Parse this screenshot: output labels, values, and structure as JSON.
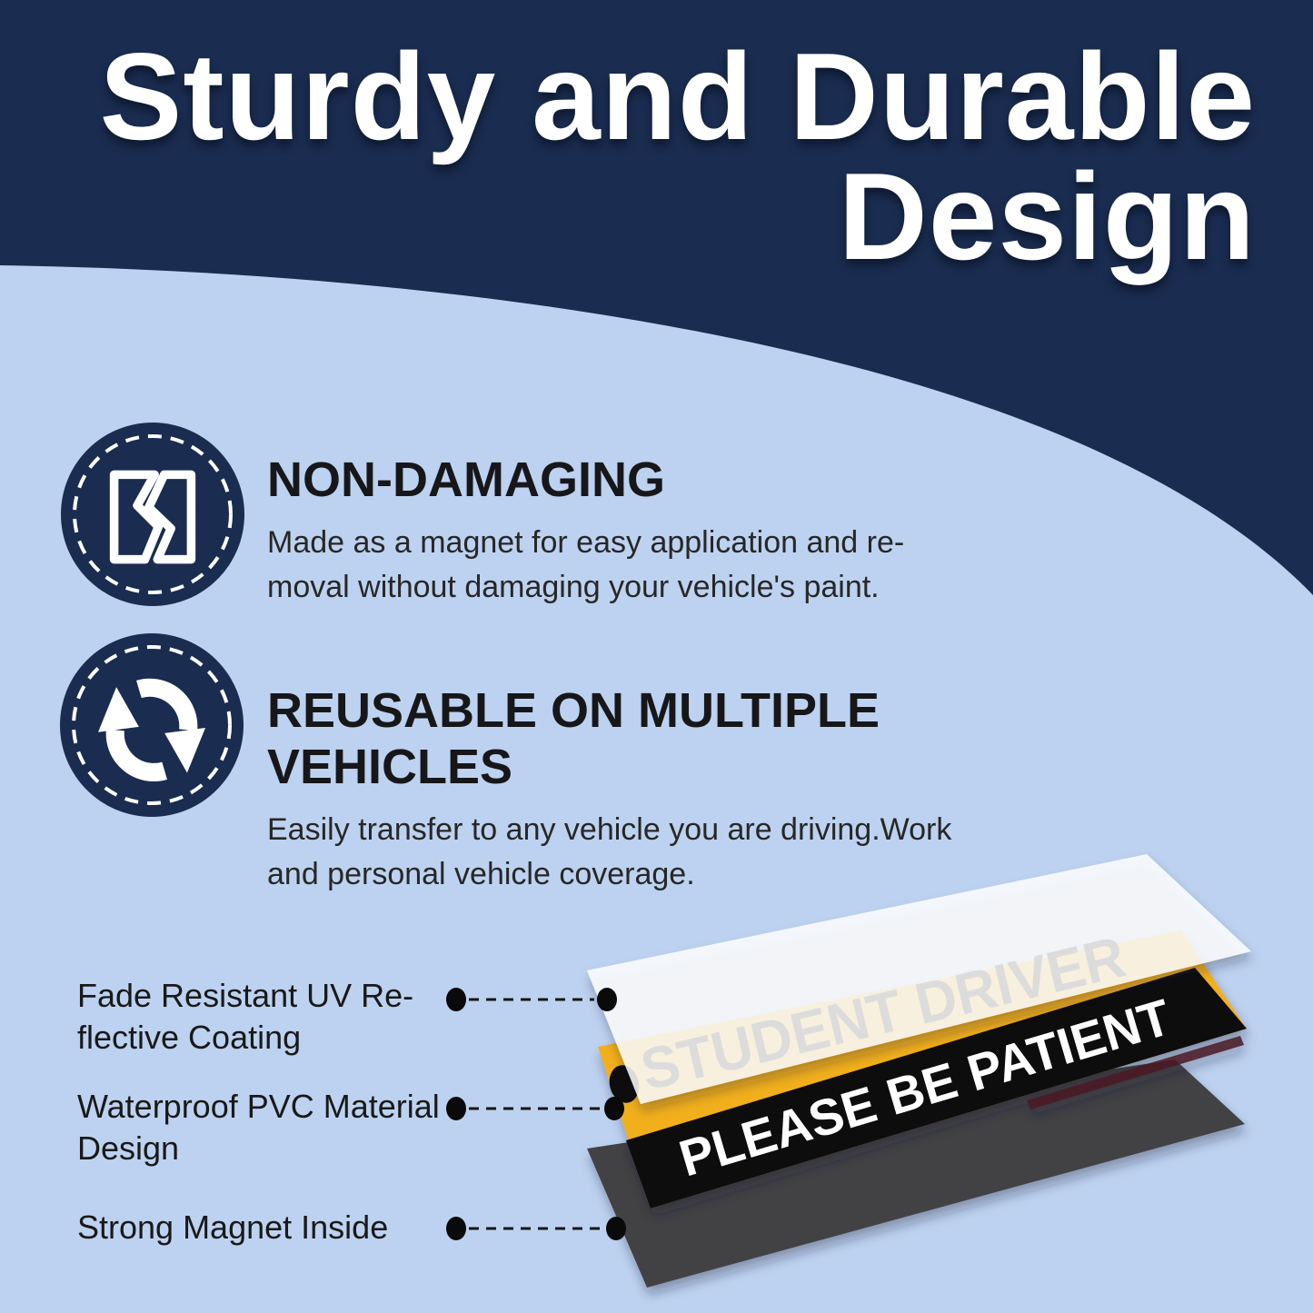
{
  "header": {
    "title": "Sturdy and Durable\nDesign"
  },
  "features": [
    {
      "icon": "torn-sticker-icon",
      "title": "NON-DAMAGING",
      "body": "Made as a magnet for easy application and re-\nmoval without damaging your vehicle's paint."
    },
    {
      "icon": "cycle-arrows-icon",
      "title": "REUSABLE ON MULTIPLE VEHICLES",
      "body": "Easily transfer to any vehicle you are driving.Work\nand personal vehicle coverage."
    }
  ],
  "diagram": {
    "labels": [
      {
        "text": "Fade Resistant UV Re-\nflective Coating"
      },
      {
        "text": "Waterproof PVC Material\nDesign"
      },
      {
        "text": "Strong Magnet Inside"
      }
    ],
    "sticker": {
      "coating_text": "STUDENT DRIVER",
      "stripe_text": "PLEASE BE PATIENT"
    }
  },
  "colors": {
    "navy": "#1a2c50",
    "light_blue": "#bdd2f0",
    "sticker_yellow": "#f1af1b",
    "stripe_black": "#0d0d0d",
    "magnet_gray": "#434345",
    "heading_text": "#17171a",
    "body_text": "#272727",
    "white": "#ffffff"
  }
}
